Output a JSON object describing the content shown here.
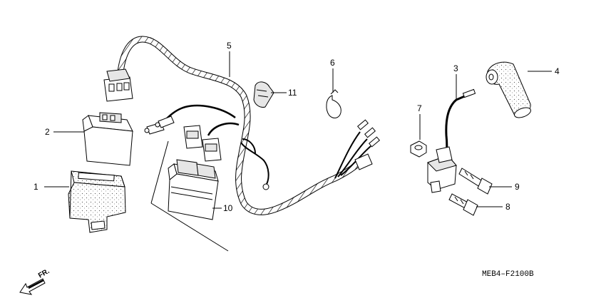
{
  "callouts": {
    "c1": "1",
    "c2": "2",
    "c3": "3",
    "c4": "4",
    "c5": "5",
    "c6": "6",
    "c7": "7",
    "c8": "8",
    "c9": "9",
    "c10": "10",
    "c11": "11"
  },
  "diagram_code": "MEB4–F2100B",
  "front_indicator": "FR."
}
